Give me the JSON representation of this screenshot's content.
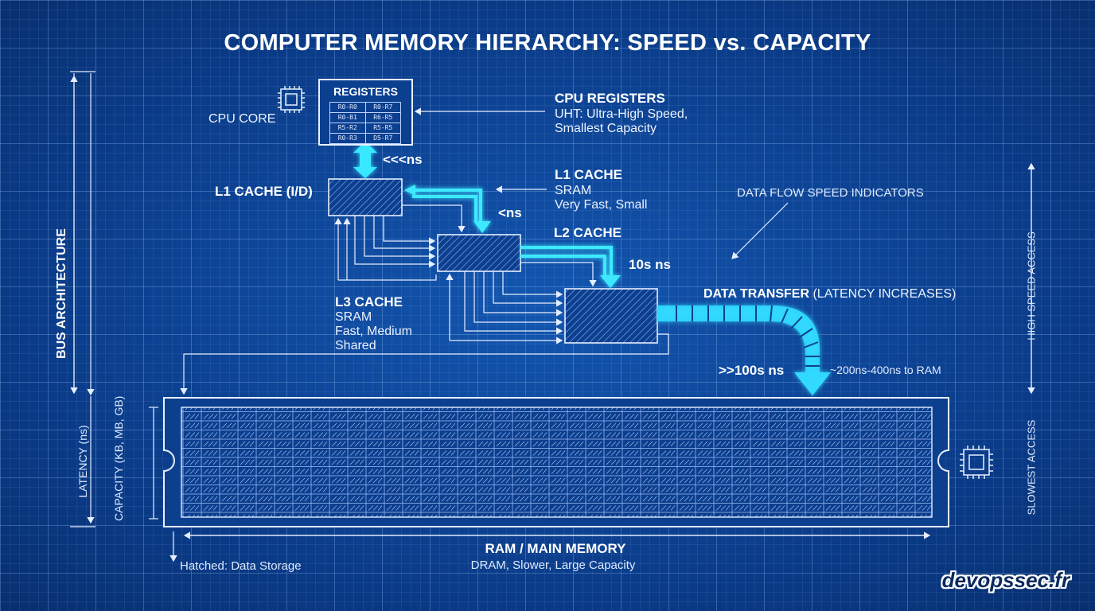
{
  "title": "COMPUTER MEMORY HIERARCHY: SPEED vs. CAPACITY",
  "cpu_core": "CPU CORE",
  "registers": {
    "title": "REGISTERS",
    "cells": [
      [
        "R0-R0",
        "R0-R7"
      ],
      [
        "R0-B1",
        "R6-R5"
      ],
      [
        "R5-R2",
        "R5-R5"
      ],
      [
        "R0-R3",
        "D5-R7"
      ]
    ]
  },
  "cpu_registers": {
    "title": "CPU REGISTERS",
    "line1": "UHT: Ultra-High Speed,",
    "line2": "Smallest Capacity"
  },
  "lat_regs": "<<<ns",
  "l1_label": "L1 CACHE (I/D)",
  "l1_cache": {
    "title": "L1 CACHE",
    "line1": "SRAM",
    "line2": "Very Fast, Small"
  },
  "lat_l1": "<ns",
  "l2_cache": {
    "title": "L2 CACHE"
  },
  "lat_l2": "10s ns",
  "l3_cache": {
    "title": "L3 CACHE",
    "line1": "SRAM",
    "line2": "Fast, Medium",
    "line3": "Shared"
  },
  "data_flow": "DATA FLOW SPEED INDICATORS",
  "data_transfer": {
    "bold": "DATA TRANSFER",
    "rest": " (LATENCY INCREASES)"
  },
  "lat_ram_big": ">>100s ns",
  "lat_ram_note": "~200ns-400ns to RAM",
  "bus_architecture": "BUS ARCHITECTURE",
  "latency_axis": "LATENCY (ns)",
  "capacity_axis": "CAPACITY (KB, MB, GB)",
  "high_speed": "HIGH SPEED ACCESS",
  "slowest": "SLOWEST ACCESS",
  "ram": {
    "title": "RAM / MAIN MEMORY",
    "subtitle": "DRAM, Slower, Large Capacity"
  },
  "hatched_note": "Hatched: Data Storage",
  "watermark": "devopssec.fr"
}
